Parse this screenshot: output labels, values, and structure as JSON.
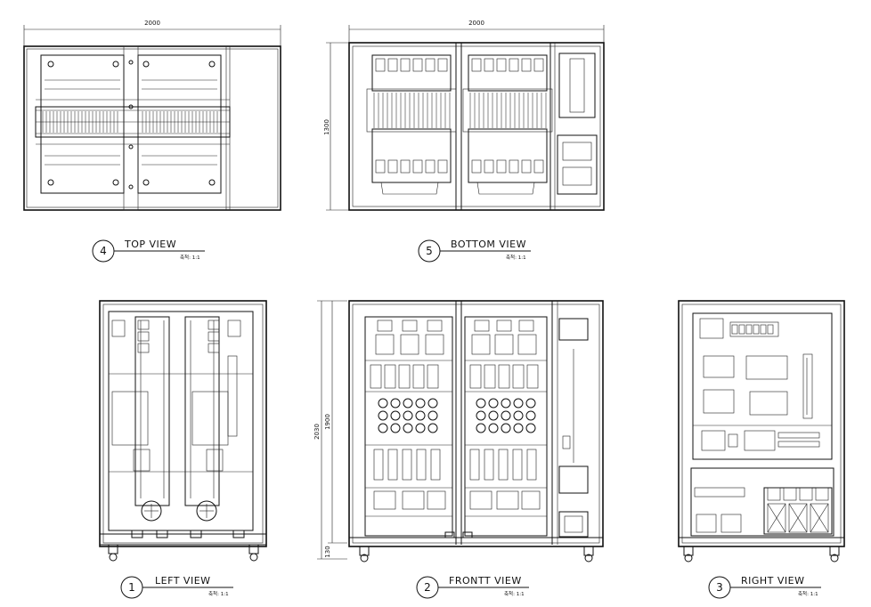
{
  "views": [
    {
      "id": "top",
      "number": "4",
      "title": "TOP VIEW",
      "scale": "축척: 1:1"
    },
    {
      "id": "bottom",
      "number": "5",
      "title": "BOTTOM VIEW",
      "scale": "축척: 1:1"
    },
    {
      "id": "left",
      "number": "1",
      "title": "LEFT VIEW",
      "scale": "축척: 1:1"
    },
    {
      "id": "front",
      "number": "2",
      "title": "FRONTT VIEW",
      "scale": "축척: 1:1"
    },
    {
      "id": "right",
      "number": "3",
      "title": "RIGHT VIEW",
      "scale": "축척: 1:1"
    }
  ],
  "dimensions": {
    "top_width": "2000",
    "bottom_width": "2000",
    "bottom_depth": "1300",
    "front_total_height": "2030",
    "front_body_height": "1900",
    "front_base_height": "130"
  }
}
